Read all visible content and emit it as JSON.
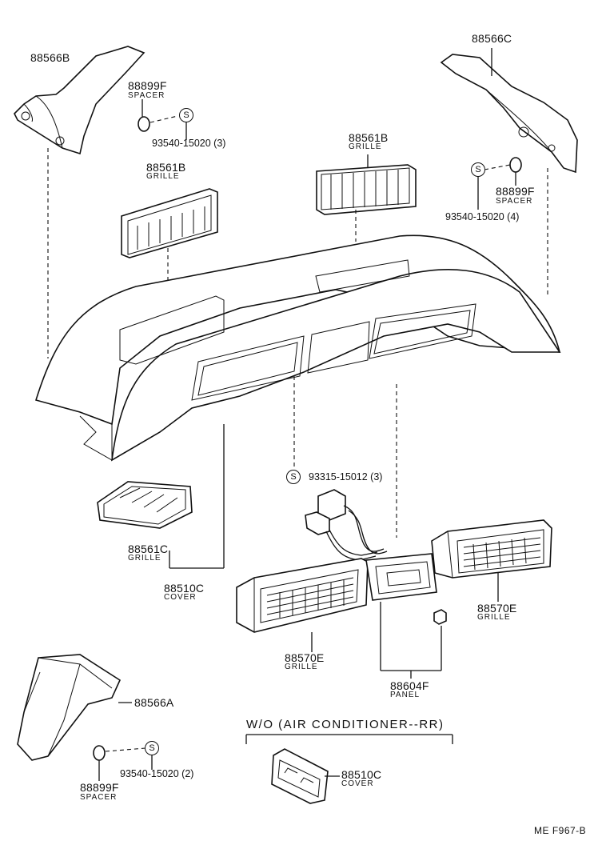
{
  "labels": {
    "p88566B": "88566B",
    "p88899F_top": "88899F",
    "spacer_top": "SPACER",
    "p93540_3": "93540-15020 (3)",
    "p88566C": "88566C",
    "p88561B_left": "88561B",
    "grille_left": "GRILLE",
    "p88561B_center": "88561B",
    "grille_center": "GRILLE",
    "p88899F_right": "88899F",
    "spacer_right": "SPACER",
    "p93540_4": "93540-15020 (4)",
    "p93315": "93315-15012 (3)",
    "p88561C": "88561C",
    "grille_c": "GRILLE",
    "p88510C_top": "88510C",
    "cover_top": "COVER",
    "p88570E_left": "88570E",
    "grille_e_left": "GRILLE",
    "p88570E_right": "88570E",
    "grille_e_right": "GRILLE",
    "p88604F": "88604F",
    "panel": "PANEL",
    "p88566A": "88566A",
    "p88899F_bottom": "88899F",
    "spacer_bottom": "SPACER",
    "p93540_2": "93540-15020 (2)",
    "note_wo": "W/O (AIR  CONDITIONER--RR)",
    "p88510C_bottom": "88510C",
    "cover_bottom": "COVER",
    "drawing_code": "ME  F967-B"
  },
  "symbols": {
    "screw_mark": "S"
  }
}
